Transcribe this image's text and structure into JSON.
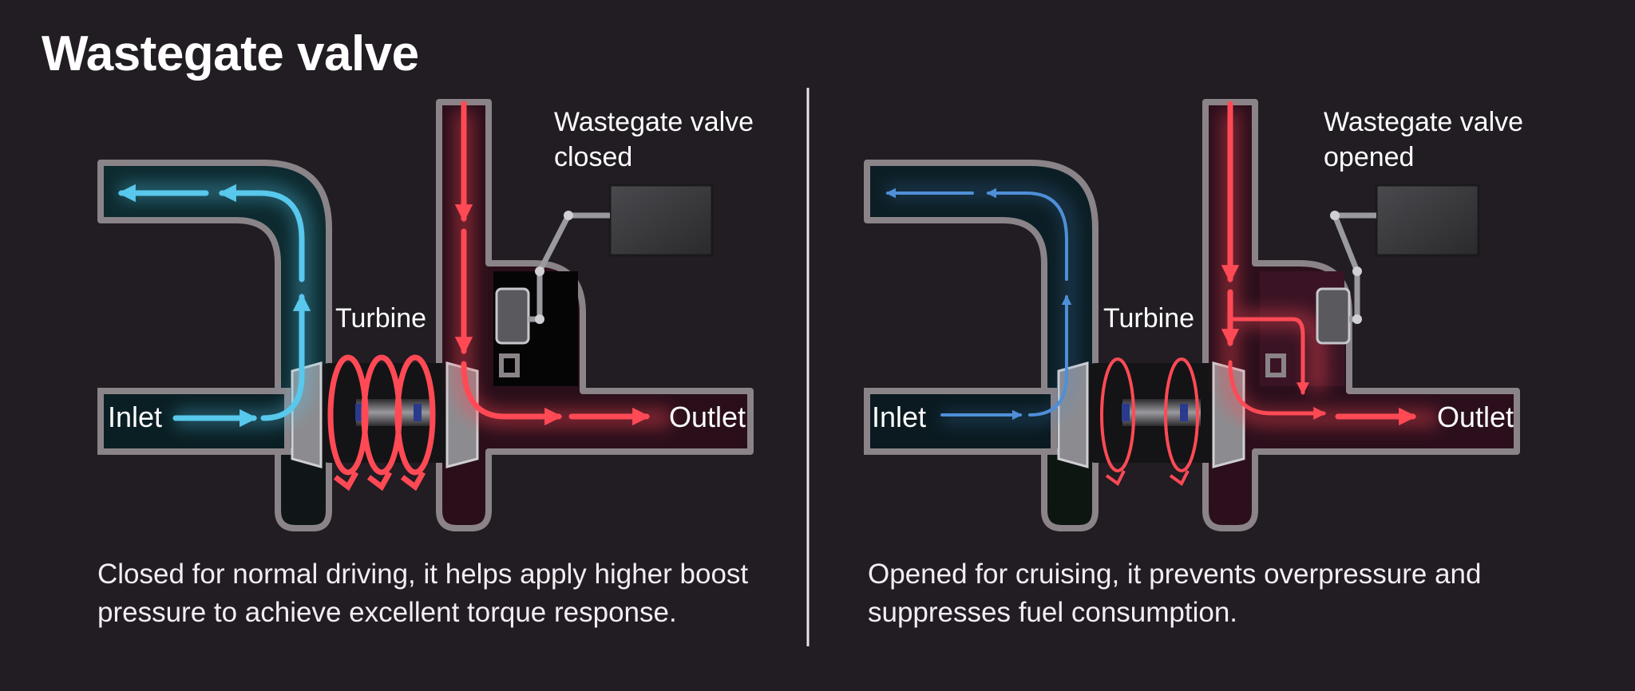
{
  "title": "Wastegate valve",
  "left_panel": {
    "valve_label_line1": "Wastegate valve",
    "valve_label_line2": "closed",
    "turbine_label": "Turbine",
    "inlet_label": "Inlet",
    "outlet_label": "Outlet",
    "caption_line1": "Closed for normal driving, it helps apply higher boost",
    "caption_line2": "pressure to achieve excellent torque response."
  },
  "right_panel": {
    "valve_label_line1": "Wastegate valve",
    "valve_label_line2": "opened",
    "turbine_label": "Turbine",
    "inlet_label": "Inlet",
    "outlet_label": "Outlet",
    "caption_line1": "Opened for cruising, it prevents overpressure and",
    "caption_line2": "suppresses fuel consumption."
  },
  "colors": {
    "background": "#221c23",
    "intake_air": "#58c8ec",
    "intake_air_dim": "#4f8fd8",
    "exhaust_gas": "#ff4a55",
    "pipe_outline": "#8a8489",
    "divider": "#e6e6e6"
  }
}
